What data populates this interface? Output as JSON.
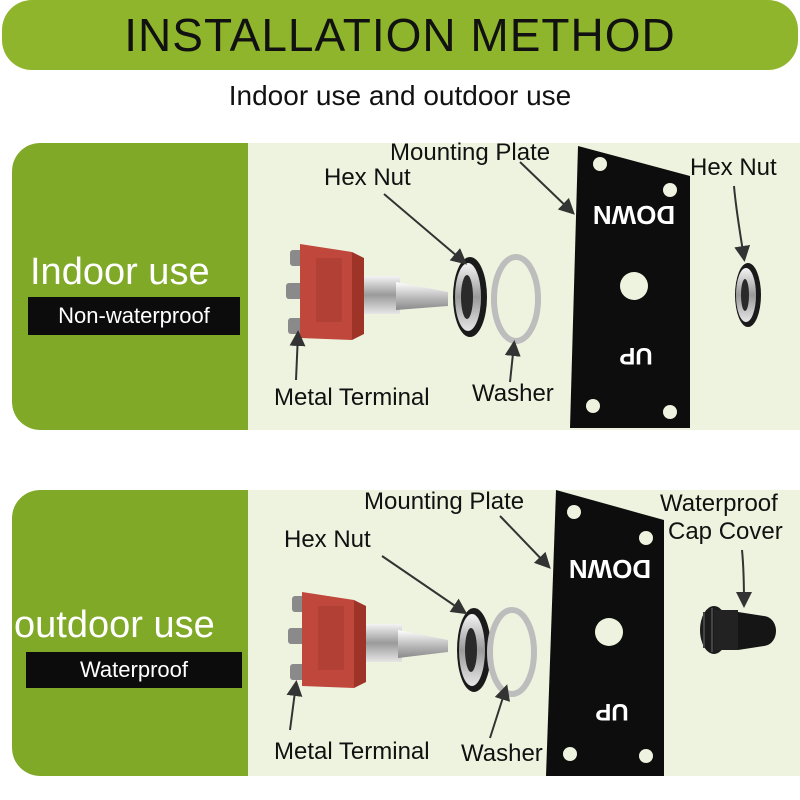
{
  "header": {
    "title": "INSTALLATION METHOD",
    "subtitle": "Indoor use and outdoor use"
  },
  "indoor": {
    "title": "Indoor use",
    "badge": "Non-waterproof",
    "labels": {
      "mounting_plate": "Mounting Plate",
      "hex_nut_left": "Hex Nut",
      "hex_nut_right": "Hex Nut",
      "metal_terminal": "Metal Terminal",
      "washer": "Washer"
    }
  },
  "outdoor": {
    "title": "outdoor use",
    "badge": "Waterproof",
    "labels": {
      "mounting_plate": "Mounting Plate",
      "hex_nut": "Hex Nut",
      "cap_line1": "Waterproof",
      "cap_line2": "Cap Cover",
      "metal_terminal": "Metal Terminal",
      "washer": "Washer"
    }
  },
  "plate": {
    "top_text": "DOWN",
    "bottom_text": "UP"
  },
  "colors": {
    "banner": "#8fb52c",
    "panel_left": "#7fa927",
    "panel_bg": "#eef3df",
    "switch_body": "#c0473b",
    "plate": "#0d0d0d"
  },
  "icons": [
    "toggle-switch-icon",
    "hex-nut-icon",
    "washer-icon",
    "mounting-plate-icon",
    "waterproof-cap-icon",
    "arrow-icon"
  ]
}
